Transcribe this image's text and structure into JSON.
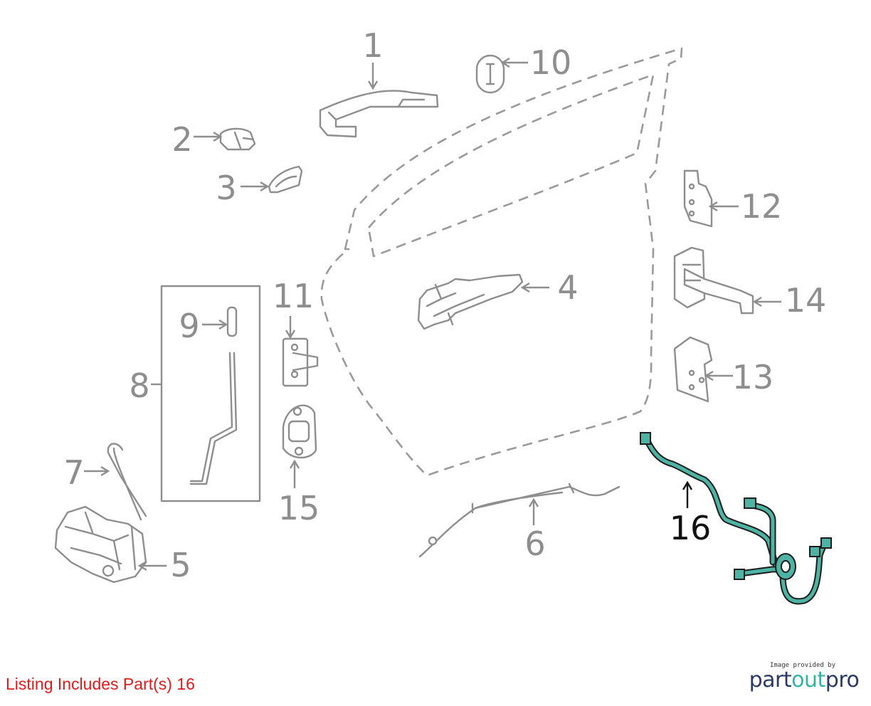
{
  "diagram": {
    "callouts": [
      {
        "id": "1",
        "label": "1"
      },
      {
        "id": "2",
        "label": "2"
      },
      {
        "id": "3",
        "label": "3"
      },
      {
        "id": "4",
        "label": "4"
      },
      {
        "id": "5",
        "label": "5"
      },
      {
        "id": "6",
        "label": "6"
      },
      {
        "id": "7",
        "label": "7"
      },
      {
        "id": "8",
        "label": "8"
      },
      {
        "id": "9",
        "label": "9"
      },
      {
        "id": "10",
        "label": "10"
      },
      {
        "id": "11",
        "label": "11"
      },
      {
        "id": "12",
        "label": "12"
      },
      {
        "id": "13",
        "label": "13"
      },
      {
        "id": "14",
        "label": "14"
      },
      {
        "id": "15",
        "label": "15"
      },
      {
        "id": "16",
        "label": "16",
        "highlighted": true
      }
    ],
    "highlight_color": "#4fb3a4"
  },
  "listing": {
    "text": "Listing Includes Part(s)  16",
    "color": "#e11b1b"
  },
  "brand": {
    "caption": "Image provided by",
    "name_part1": "part",
    "name_part2": "out",
    "name_part3": "pro",
    "primary_color": "#2b3a67",
    "accent_color": "#35b3a3"
  }
}
